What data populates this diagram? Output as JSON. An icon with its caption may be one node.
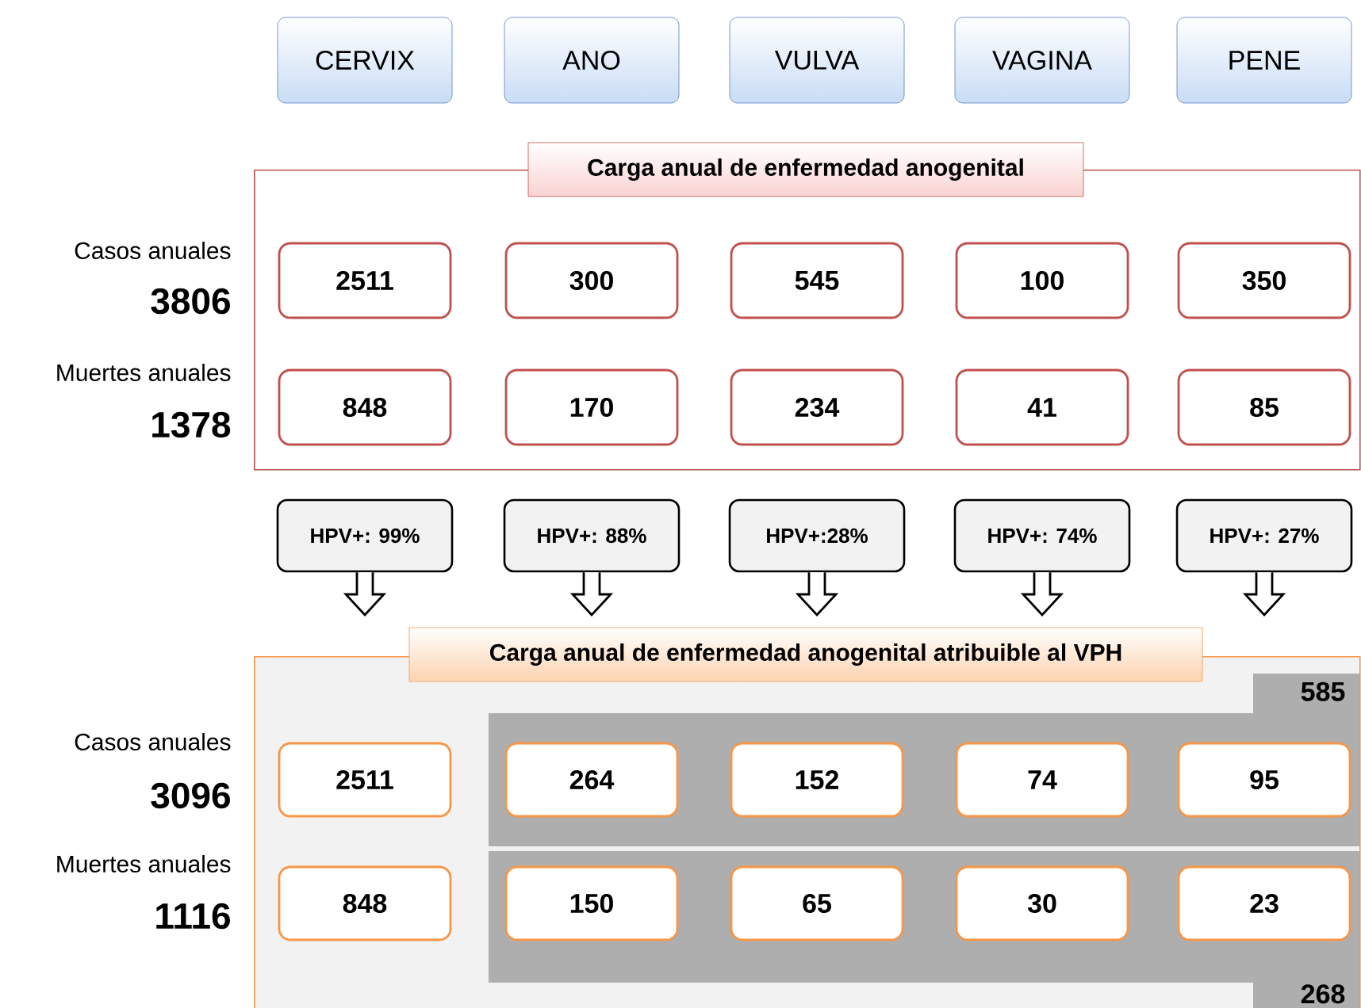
{
  "diagram": {
    "nodes": [
      {
        "text": [
          "CERVIX"
        ]
      },
      {
        "text": [
          "ANO"
        ]
      },
      {
        "text": [
          "VULVA"
        ]
      },
      {
        "text": [
          "VAGINA"
        ]
      },
      {
        "text": [
          "PENE"
        ]
      },
      {
        "text": [
          "Carga anual de enfermedad anogenital"
        ]
      },
      {
        "text": [
          "2511"
        ],
        "in": 5
      },
      {
        "text": [
          "300"
        ],
        "in": 5
      },
      {
        "text": [
          "545"
        ],
        "in": 5
      },
      {
        "text": [
          "100"
        ],
        "in": 5
      },
      {
        "text": [
          "350"
        ],
        "in": 5
      },
      {
        "text": [
          "848"
        ],
        "in": 5
      },
      {
        "text": [
          "170"
        ],
        "in": 5
      },
      {
        "text": [
          "234"
        ],
        "in": 5
      },
      {
        "text": [
          "41"
        ],
        "in": 5
      },
      {
        "text": [
          "85"
        ],
        "in": 5
      },
      {
        "text": [
          "HPV+: 99%"
        ]
      },
      {
        "text": [
          "HPV+: 88%"
        ]
      },
      {
        "text": [
          "HPV+:28%"
        ]
      },
      {
        "text": [
          "HPV+: 74%"
        ]
      },
      {
        "text": [
          "HPV+: 27%"
        ]
      },
      {
        "text": [
          "Carga anual de enfermedad anogenital atribuible al VPH"
        ]
      },
      {
        "text": [
          "585"
        ],
        "in": 21
      },
      {
        "text": [
          "2511"
        ],
        "in": 21
      },
      {
        "text": [
          "264"
        ],
        "in": 22
      },
      {
        "text": [
          "152"
        ],
        "in": 22
      },
      {
        "text": [
          "74"
        ],
        "in": 22
      },
      {
        "text": [
          "95"
        ],
        "in": 22
      },
      {
        "text": [
          "268"
        ],
        "in": 21
      },
      {
        "text": [
          "848"
        ],
        "in": 21
      },
      {
        "text": [
          "150"
        ],
        "in": 28
      },
      {
        "text": [
          "65"
        ],
        "in": 28
      },
      {
        "text": [
          "30"
        ],
        "in": 28
      },
      {
        "text": [
          "23"
        ],
        "in": 28
      }
    ],
    "edges": [
      {
        "from": 16,
        "to": 21,
        "arrow": "to"
      },
      {
        "from": 17,
        "to": 21,
        "arrow": "to"
      },
      {
        "from": 18,
        "to": 21,
        "arrow": "to"
      },
      {
        "from": 19,
        "to": 21,
        "arrow": "to"
      },
      {
        "from": 20,
        "to": 21,
        "arrow": "to"
      }
    ],
    "labels": [
      "Casos anuales",
      "3806",
      "Muertes anuales",
      "1378",
      "Casos anuales",
      "3096",
      "Muertes anuales",
      "1116"
    ]
  }
}
